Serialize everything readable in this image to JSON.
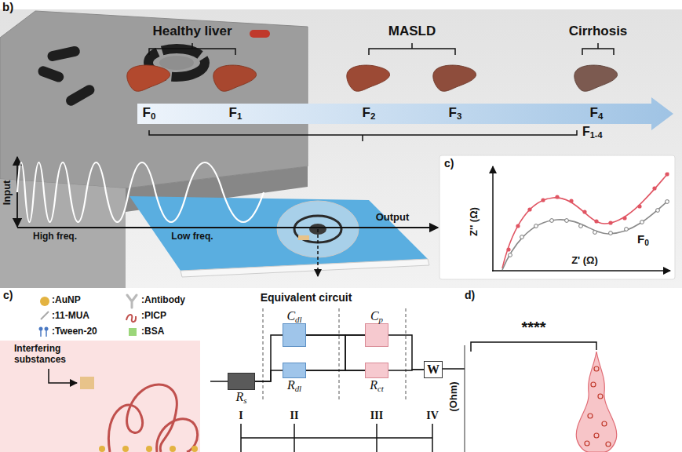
{
  "diagram": {
    "nodes": [
      {
        "text": [
          "Rs"
        ]
      },
      {
        "text": [
          "Cdl"
        ]
      },
      {
        "text": [
          "Rdl"
        ]
      },
      {
        "text": [
          "Cp"
        ]
      },
      {
        "text": [
          "Rct"
        ]
      },
      {
        "text": [
          "W"
        ]
      }
    ],
    "edges": [
      {
        "from": 0,
        "to": 1,
        "arrow": "none"
      },
      {
        "from": 0,
        "to": 2,
        "arrow": "none"
      },
      {
        "from": 1,
        "to": 3,
        "arrow": "none"
      },
      {
        "from": 1,
        "to": 4,
        "arrow": "none"
      },
      {
        "from": 2,
        "to": 3,
        "arrow": "none"
      },
      {
        "from": 2,
        "to": 4,
        "arrow": "none"
      },
      {
        "from": 3,
        "to": 5,
        "arrow": "none"
      },
      {
        "from": 4,
        "to": 5,
        "arrow": "none"
      }
    ],
    "labels": [
      "b)",
      "Healthy liver",
      "MASLD",
      "Cirrhosis",
      "F0",
      "F1",
      "F2",
      "F3",
      "F4",
      "F1-4",
      "Input",
      "High freq.",
      "Low freq.",
      "Output",
      "c)",
      "Z'' (Ω)",
      "Z' (Ω)",
      "F0",
      "c)",
      "Interfering substances",
      "Equivalent circuit",
      "I",
      "II",
      "III",
      "IV",
      "d)",
      "****",
      "(Ohm)"
    ],
    "legend": [
      {
        "text": ":AuNP"
      },
      {
        "text": ":Antibody"
      },
      {
        "text": ":11-MUA"
      },
      {
        "text": ":PICP"
      },
      {
        "text": ":Tween-20"
      },
      {
        "text": ":BSA",
        "color": "#9bd67a"
      }
    ]
  }
}
